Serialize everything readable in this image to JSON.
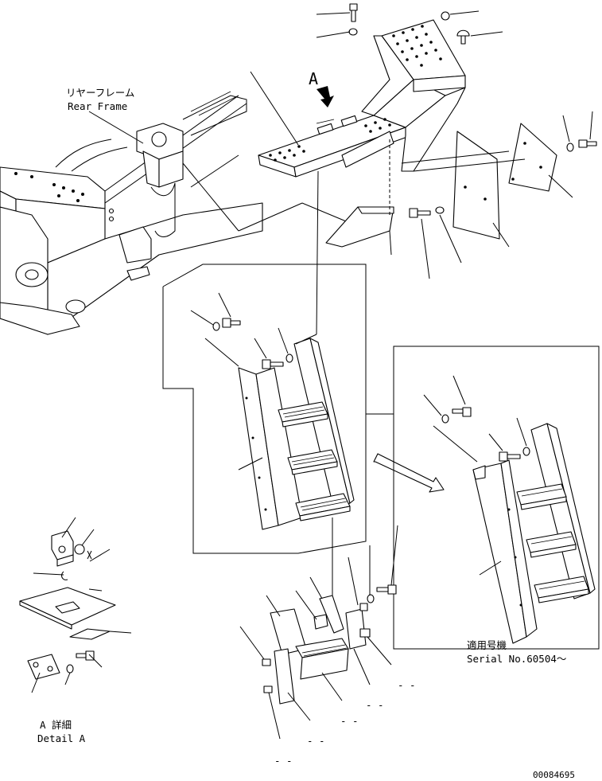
{
  "labels": {
    "rear_frame_jp": "リヤーフレーム",
    "rear_frame_en": "Rear Frame",
    "arrow_a": "A",
    "serial_jp": "適用号機",
    "serial_en": "Serial No.60504～",
    "detail_jp": "A 詳細",
    "detail_en": "Detail A",
    "drawing_no": "00084695"
  },
  "dash_marks": [
    "- -",
    "- -",
    "- -",
    "- -",
    "- -"
  ],
  "colors": {
    "line": "#000000",
    "paper": "#ffffff"
  }
}
